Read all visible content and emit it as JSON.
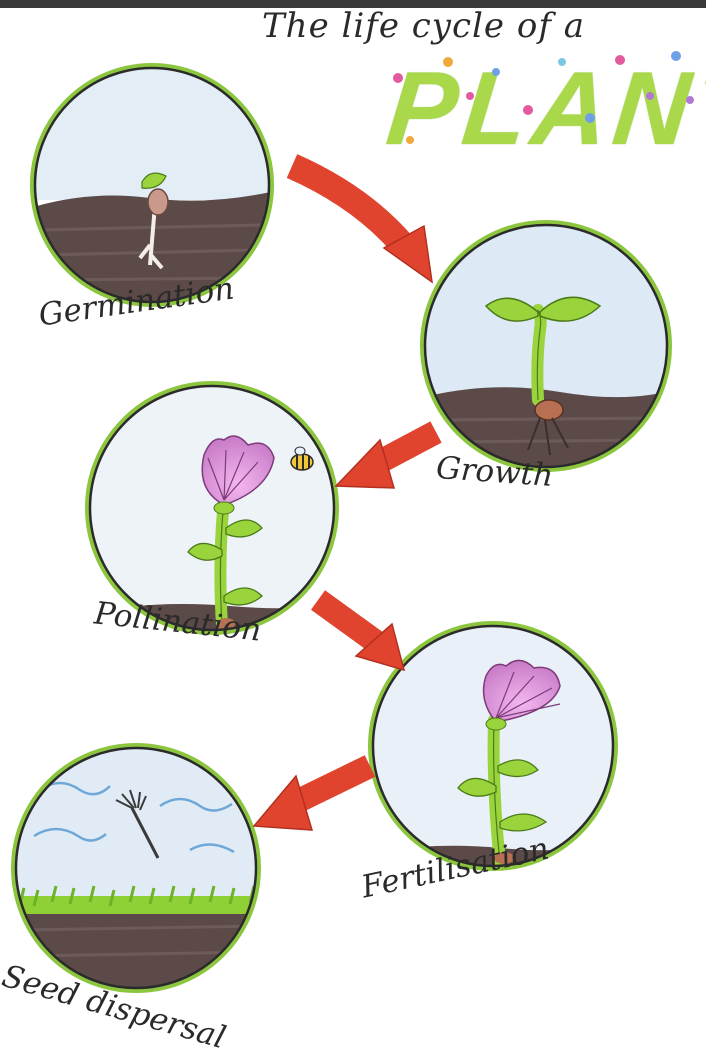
{
  "title": {
    "line1": "The life cycle of a",
    "line2": "PLANT"
  },
  "stages": [
    {
      "label": "Germination"
    },
    {
      "label": "Growth"
    },
    {
      "label": "Pollination"
    },
    {
      "label": "Fertilisation"
    },
    {
      "label": "Seed dispersal"
    }
  ],
  "colors": {
    "arrow": "#e0442e",
    "soil": "#5b4a48",
    "sky": "#dbe8f3",
    "leaf": "#8fd036",
    "petal": "#d98bd6",
    "circle_outline": "#2b2b2b",
    "circle_halo": "#8cc63f",
    "title_green": "#a9d94a"
  }
}
